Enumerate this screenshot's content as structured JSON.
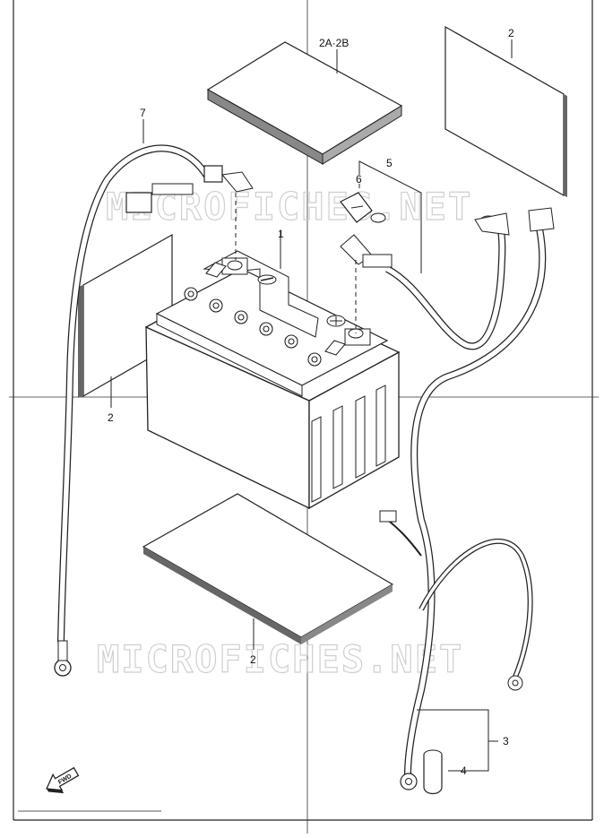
{
  "callouts": {
    "battery": "1",
    "top_pad_pair": "2A·2B",
    "right_pad": "2",
    "left_pad": "2",
    "bottom_pad": "2",
    "negative_lead": "3",
    "terminal_cover": "4",
    "positive_lead": "5",
    "terminal_clamp": "6",
    "breather_harness": "7"
  },
  "watermarks": {
    "top": "MICROFICHES.NET",
    "bottom": "MICROFICHES.NET"
  },
  "fwd_label": "FWD"
}
